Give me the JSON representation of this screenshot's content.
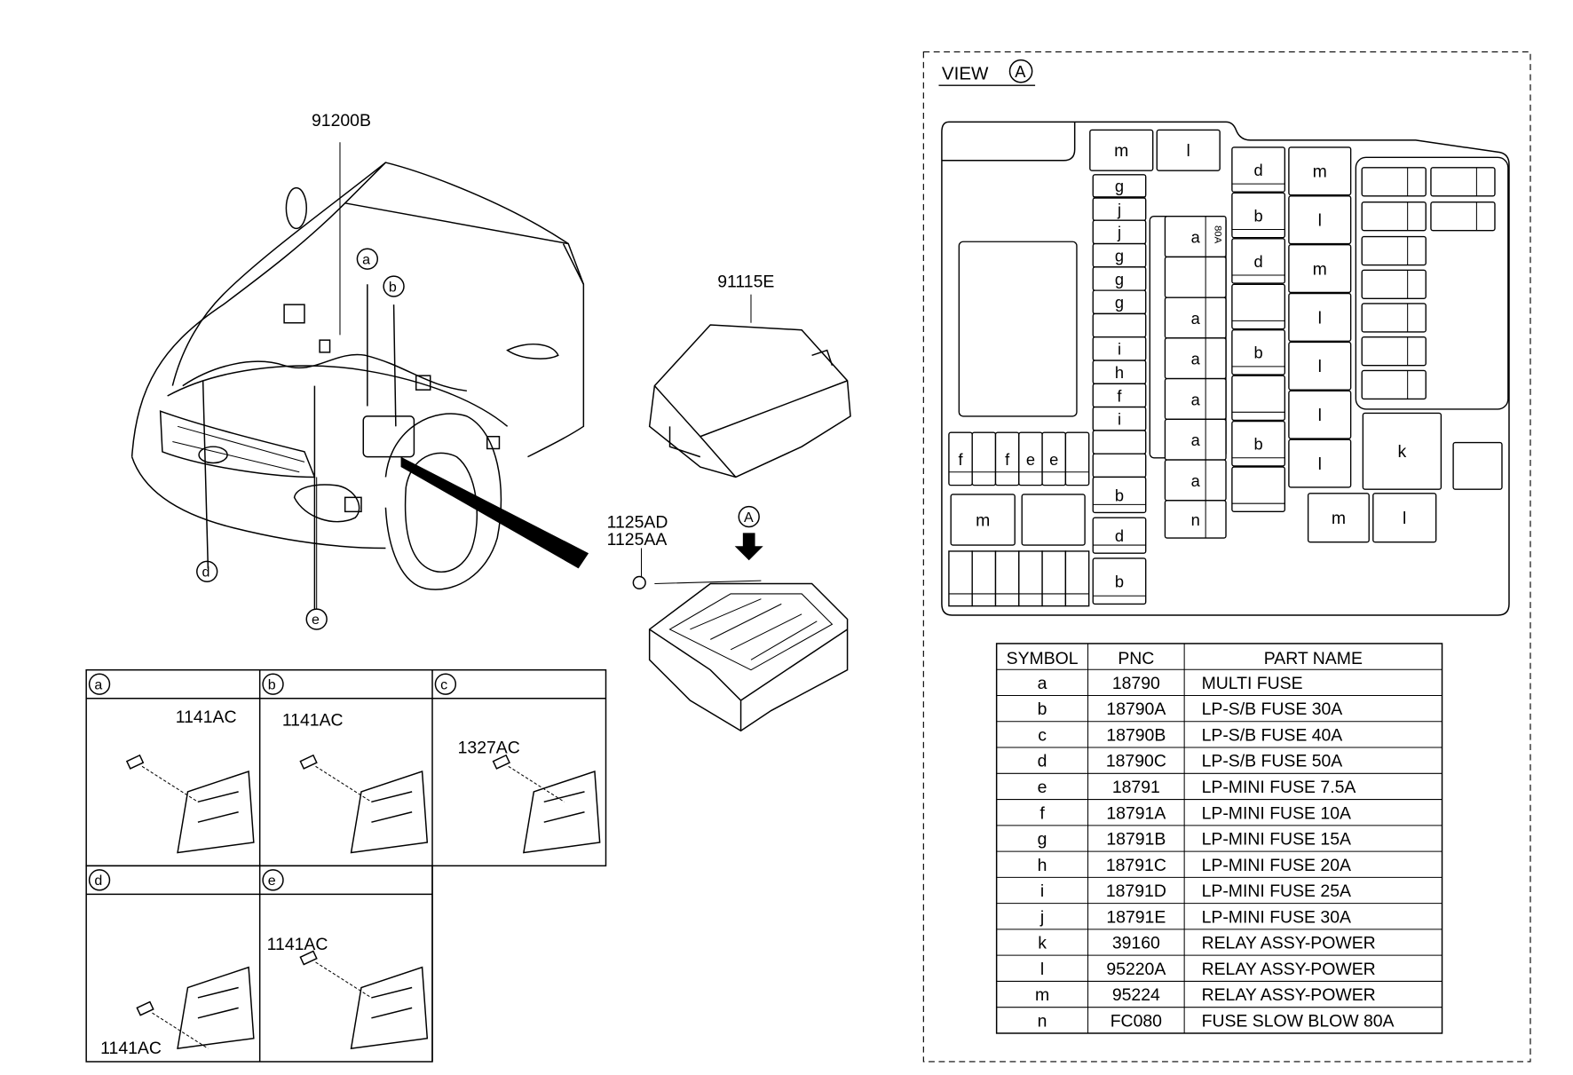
{
  "main_diagram": {
    "harness_pnc": "91200B",
    "fuse_cover_pnc": "91115E",
    "bolt_pnc_1": "1125AD",
    "bolt_pnc_2": "1125AA",
    "view_marker": "A",
    "callouts": [
      "a",
      "b",
      "d",
      "e"
    ]
  },
  "detail_panels": [
    {
      "symbol": "a",
      "part": "1141AC"
    },
    {
      "symbol": "b",
      "part": "1141AC"
    },
    {
      "symbol": "c",
      "part": "1327AC"
    },
    {
      "symbol": "d",
      "part": "1141AC"
    },
    {
      "symbol": "e",
      "part": "1141AC"
    }
  ],
  "view": {
    "title": "VIEW",
    "marker": "A",
    "multi_fuse_rating": "80A",
    "fuse_labels": {
      "top": [
        "m",
        "l"
      ],
      "mini_column": [
        "g",
        "j",
        "j",
        "g",
        "g",
        "g",
        "",
        "i",
        "h",
        "f",
        "i",
        "",
        "",
        "b",
        "d",
        "b"
      ],
      "multi_column": [
        "a",
        "",
        "a",
        "a",
        "a",
        "a",
        "a",
        "n"
      ],
      "sb_column": [
        "d",
        "b",
        "d",
        "",
        "b",
        "",
        "b",
        ""
      ],
      "relay_column": [
        "m",
        "l",
        "m",
        "l",
        "l",
        "l",
        "l"
      ],
      "lower_relays": [
        "m",
        "l",
        "k",
        ""
      ],
      "left_row": [
        "f",
        "",
        "f",
        "e",
        "e",
        ""
      ],
      "left_relays": [
        "m",
        ""
      ]
    }
  },
  "parts_table": {
    "headers": [
      "SYMBOL",
      "PNC",
      "PART NAME"
    ],
    "rows": [
      [
        "a",
        "18790",
        "MULTI FUSE"
      ],
      [
        "b",
        "18790A",
        "LP-S/B FUSE 30A"
      ],
      [
        "c",
        "18790B",
        "LP-S/B FUSE 40A"
      ],
      [
        "d",
        "18790C",
        "LP-S/B FUSE 50A"
      ],
      [
        "e",
        "18791",
        "LP-MINI FUSE 7.5A"
      ],
      [
        "f",
        "18791A",
        "LP-MINI FUSE 10A"
      ],
      [
        "g",
        "18791B",
        "LP-MINI FUSE 15A"
      ],
      [
        "h",
        "18791C",
        "LP-MINI FUSE 20A"
      ],
      [
        "i",
        "18791D",
        "LP-MINI FUSE 25A"
      ],
      [
        "j",
        "18791E",
        "LP-MINI FUSE 30A"
      ],
      [
        "k",
        "39160",
        "RELAY ASSY-POWER"
      ],
      [
        "l",
        "95220A",
        "RELAY ASSY-POWER"
      ],
      [
        "m",
        "95224",
        "RELAY ASSY-POWER"
      ],
      [
        "n",
        "FC080",
        "FUSE SLOW BLOW 80A"
      ]
    ]
  }
}
